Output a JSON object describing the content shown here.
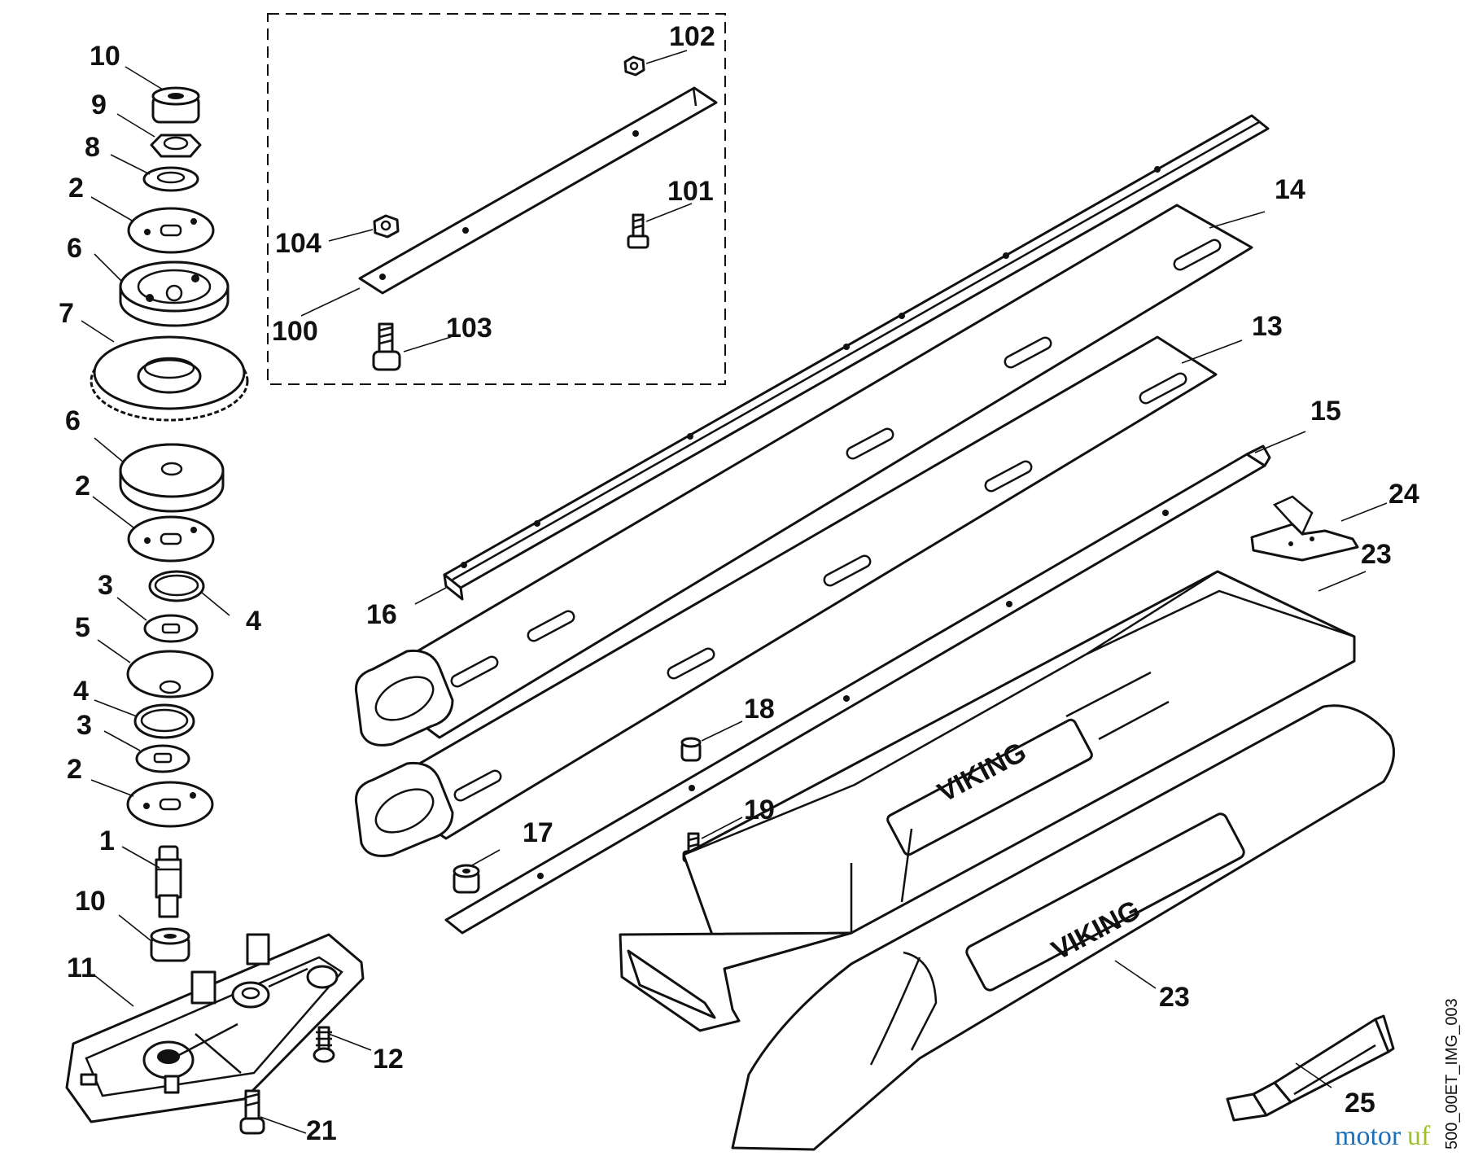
{
  "callouts": [
    "1",
    "2",
    "3",
    "4",
    "5",
    "6",
    "7",
    "8",
    "9",
    "10",
    "11",
    "12",
    "13",
    "14",
    "15",
    "16",
    "17",
    "18",
    "19",
    "21",
    "23",
    "24",
    "25",
    "100",
    "101",
    "102",
    "103",
    "104"
  ],
  "brand_mark": "VIKING",
  "side_code": "500_00ET_IMG_003",
  "watermark": {
    "part_a": "motor",
    "part_b": "uf"
  },
  "colors": {
    "line": "#111111",
    "watermark_a": "#1b6fb8",
    "watermark_b": "#9fbf2e"
  }
}
